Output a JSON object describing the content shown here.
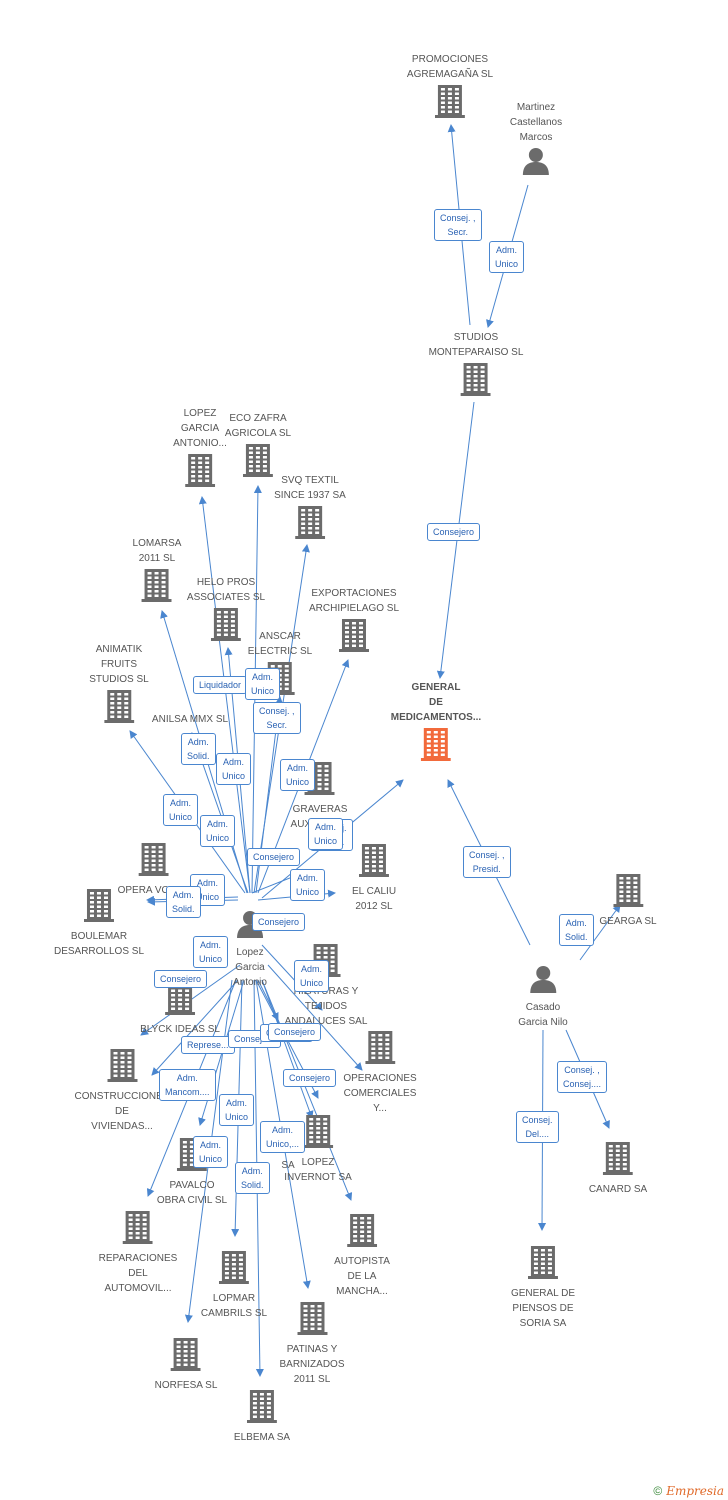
{
  "nodes": [
    {
      "id": "main",
      "label": "GENERAL\nDE\nMEDICAMENTOS...",
      "type": "company",
      "main": true
    },
    {
      "id": "promociones",
      "label": "PROMOCIONES\nAGREMAGAÑA SL",
      "type": "company"
    },
    {
      "id": "martinez",
      "label": "Martinez\nCastellanos\nMarcos",
      "type": "person"
    },
    {
      "id": "studios",
      "label": "STUDIOS\nMONTEPARAISO SL",
      "type": "company"
    },
    {
      "id": "lopezgarcia",
      "label": "LOPEZ\nGARCIA\nANTONIO...",
      "type": "company"
    },
    {
      "id": "ecozafra",
      "label": "ECO ZAFRA\nAGRICOLA SL",
      "type": "company"
    },
    {
      "id": "svq",
      "label": "SVQ TEXTIL\nSINCE 1937 SA",
      "type": "company"
    },
    {
      "id": "lomarsa",
      "label": "LOMARSA\n2011 SL",
      "type": "company"
    },
    {
      "id": "helo",
      "label": "HELO PROS\nASSOCIATES  SL",
      "type": "company"
    },
    {
      "id": "exportaciones",
      "label": "EXPORTACIONES\nARCHIPIELAGO SL",
      "type": "company"
    },
    {
      "id": "anscar",
      "label": "ANSCAR\nELECTRIC SL",
      "type": "company"
    },
    {
      "id": "animatik",
      "label": "ANIMATIK\nFRUITS\nSTUDIOS  SL",
      "type": "company"
    },
    {
      "id": "anilsa",
      "label": "ANILSA MMX SL",
      "type": "company"
    },
    {
      "id": "graveras",
      "label": "GRAVERAS\nAUXILIARES\nDE...",
      "type": "company"
    },
    {
      "id": "opera",
      "label": "OPERA VOZ SL",
      "type": "company"
    },
    {
      "id": "elcaliu",
      "label": "EL CALIU\n2012 SL",
      "type": "company"
    },
    {
      "id": "boulemar",
      "label": "BOULEMAR\nDESARROLLOS SL",
      "type": "company"
    },
    {
      "id": "person_lopez",
      "label": "Lopez\nGarcia\nAntonio",
      "type": "person"
    },
    {
      "id": "tejidos",
      "label": "HILATURAS Y\nTEJIDOS\nANDALUCES SAL",
      "type": "company"
    },
    {
      "id": "blyck",
      "label": "BLYCK IDEAS SL",
      "type": "company"
    },
    {
      "id": "operaciones",
      "label": "OPERACIONES\nCOMERCIALES\nY...",
      "type": "company"
    },
    {
      "id": "construcciones",
      "label": "CONSTRUCCIONES\nDE\nVIVIENDAS...",
      "type": "company"
    },
    {
      "id": "lopezinvernot",
      "label": "LOPEZ\nINVERNOT SA",
      "type": "company"
    },
    {
      "id": "pavalco",
      "label": "PAVALCO\nOBRA CIVIL  SL",
      "type": "company"
    },
    {
      "id": "cosa",
      "label": "SA",
      "type": "company"
    },
    {
      "id": "reparaciones",
      "label": "REPARACIONES\nDEL\nAUTOMOVIL...",
      "type": "company"
    },
    {
      "id": "autopista",
      "label": "AUTOPISTA\nDE LA\nMANCHA...",
      "type": "company"
    },
    {
      "id": "lopmar",
      "label": "LOPMAR\nCAMBRILS  SL",
      "type": "company"
    },
    {
      "id": "patinas",
      "label": "PATINAS Y\nBARNIZADOS\n2011 SL",
      "type": "company"
    },
    {
      "id": "norfesa",
      "label": "NORFESA SL",
      "type": "company"
    },
    {
      "id": "elbema",
      "label": "ELBEMA SA",
      "type": "company"
    },
    {
      "id": "gearga",
      "label": "GEARGA SL",
      "type": "company"
    },
    {
      "id": "person_casado",
      "label": "Casado\nGarcia Nilo",
      "type": "person"
    },
    {
      "id": "canard",
      "label": "CANARD SA",
      "type": "company"
    },
    {
      "id": "piensos",
      "label": "GENERAL DE\nPIENSOS DE\nSORIA SA",
      "type": "company"
    }
  ],
  "edges": [
    {
      "from": "studios",
      "to": "promociones",
      "label": "Consej. ,\nSecr."
    },
    {
      "from": "martinez",
      "to": "studios",
      "label": "Adm.\nUnico"
    },
    {
      "from": "studios",
      "to": "main",
      "label": "Consejero"
    },
    {
      "from": "person_lopez",
      "to": "main",
      "label": "Consej.\nDel.,..."
    },
    {
      "from": "person_casado",
      "to": "main",
      "label": "Consej. ,\nPresid."
    },
    {
      "from": "person_casado",
      "to": "gearga",
      "label": "Adm.\nSolid."
    },
    {
      "from": "person_casado",
      "to": "canard",
      "label": "Consej. ,\nConsej...."
    },
    {
      "from": "person_casado",
      "to": "piensos",
      "label": "Consej.\nDel...."
    },
    {
      "from": "person_lopez",
      "to": "lopezgarcia",
      "label": "Liquidador"
    },
    {
      "from": "person_lopez",
      "to": "ecozafra",
      "label": "Adm.\nUnico"
    },
    {
      "from": "person_lopez",
      "to": "svq",
      "label": "Adm.\nUnico"
    },
    {
      "from": "person_lopez",
      "to": "lomarsa",
      "label": "Adm.\nSolid."
    },
    {
      "from": "person_lopez",
      "to": "helo",
      "label": "Adm.\nUnico"
    },
    {
      "from": "person_lopez",
      "to": "exportaciones",
      "label": "Adm.\nUnico"
    },
    {
      "from": "person_lopez",
      "to": "anscar",
      "label": "Consej. ,\nSecr."
    },
    {
      "from": "person_lopez",
      "to": "animatik",
      "label": "Adm.\nUnico"
    },
    {
      "from": "person_lopez",
      "to": "anilsa",
      "label": "Adm.\nUnico"
    },
    {
      "from": "person_lopez",
      "to": "graveras",
      "label": "Consejero"
    },
    {
      "from": "person_lopez",
      "to": "elcaliu",
      "label": "Adm.\nUnico"
    },
    {
      "from": "person_lopez",
      "to": "opera",
      "label": "Adm.\nUnico"
    },
    {
      "from": "person_lopez",
      "to": "boulemar",
      "label": "Adm.\nSolid."
    },
    {
      "from": "person_lopez",
      "to": "tejidos",
      "label": "Adm.\nUnico"
    },
    {
      "from": "person_lopez",
      "to": "blyck",
      "label": "Consejero"
    },
    {
      "from": "person_lopez",
      "to": "operaciones",
      "label": "Consejero"
    },
    {
      "from": "person_lopez",
      "to": "construcciones",
      "label": "Adm.\nMancom...."
    },
    {
      "from": "person_lopez",
      "to": "lopezinvernot",
      "label": "Adm.\nUnico,..."
    },
    {
      "from": "person_lopez",
      "to": "pavalco",
      "label": "Adm.\nUnico"
    },
    {
      "from": "person_lopez",
      "to": "reparaciones",
      "label": "Represe..."
    },
    {
      "from": "person_lopez",
      "to": "autopista",
      "label": "Consejero"
    },
    {
      "from": "person_lopez",
      "to": "lopmar",
      "label": "Adm.\nUnico"
    },
    {
      "from": "person_lopez",
      "to": "patinas",
      "label": "Adm.\nSolid."
    },
    {
      "from": "person_lopez",
      "to": "norfesa",
      "label": "Adm.\nUnico"
    },
    {
      "from": "person_lopez",
      "to": "elbema",
      "label": "Consejero"
    },
    {
      "from": "person_lopez",
      "to": "cosa",
      "label": "Consejero"
    },
    {
      "from": "person_lopez",
      "to": "lopezinvernot",
      "label": "Consejero"
    }
  ],
  "footer": {
    "copyright": "©",
    "brand": "Empresia"
  },
  "colors": {
    "edge": "#4a86cf",
    "icon": "#6b6b6b",
    "main_icon": "#f26a3b"
  }
}
